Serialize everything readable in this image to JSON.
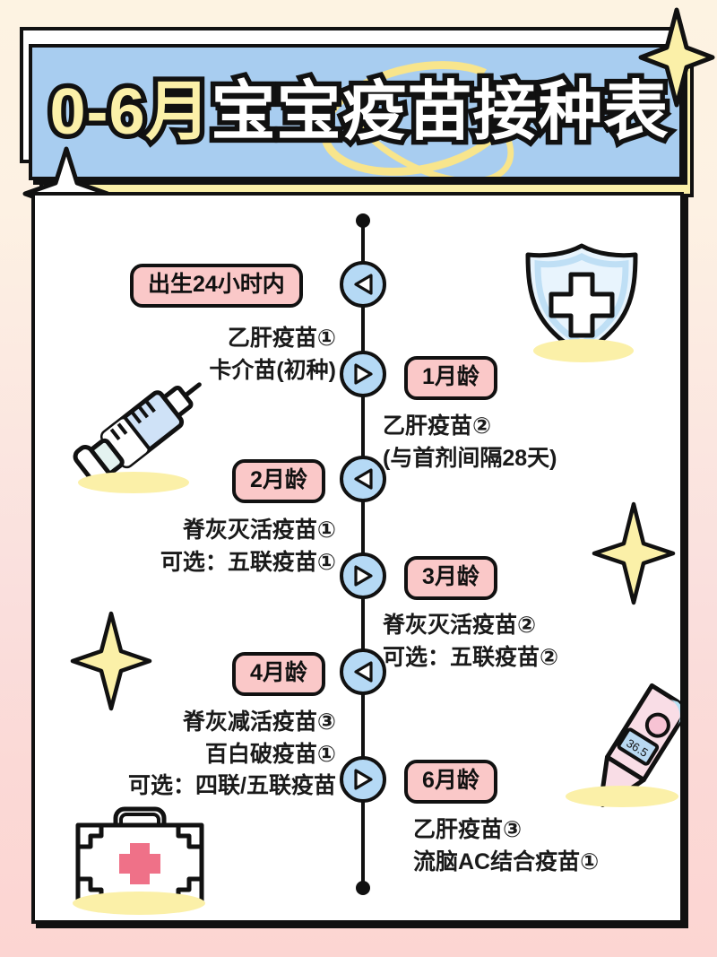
{
  "poster": {
    "title_number": "0-6月",
    "title_main": "宝宝疫苗接种表",
    "bg_top_color": "#fdf3e2",
    "bg_bottom_color": "#fcd5d2",
    "banner_blue": "#a8cdf0",
    "banner_yellow": "#fbf0a8",
    "badge_pink": "#fac8c8",
    "node_blue": "#b5d9f5",
    "outline": "#111111"
  },
  "timeline": {
    "nodes": [
      {
        "id": "node-1",
        "arrow": "left",
        "side": "left"
      },
      {
        "id": "node-2",
        "arrow": "right",
        "side": "right"
      },
      {
        "id": "node-3",
        "arrow": "left",
        "side": "left"
      },
      {
        "id": "node-4",
        "arrow": "right",
        "side": "right"
      },
      {
        "id": "node-5",
        "arrow": "left",
        "side": "left"
      },
      {
        "id": "node-6",
        "arrow": "right",
        "side": "right"
      }
    ],
    "entries": [
      {
        "id": "entry-birth",
        "side": "left",
        "badge": "出生24小时内",
        "vaccines": [
          "乙肝疫苗①",
          "卡介苗(初种)"
        ]
      },
      {
        "id": "entry-1month",
        "side": "right",
        "badge": "1月龄",
        "vaccines": [
          "乙肝疫苗②",
          "(与首剂间隔28天)"
        ]
      },
      {
        "id": "entry-2month",
        "side": "left",
        "badge": "2月龄",
        "vaccines": [
          "脊灰灭活疫苗①",
          "可选：五联疫苗①"
        ]
      },
      {
        "id": "entry-3month",
        "side": "right",
        "badge": "3月龄",
        "vaccines": [
          "脊灰灭活疫苗②",
          "可选：五联疫苗②"
        ]
      },
      {
        "id": "entry-4month",
        "side": "left",
        "badge": "4月龄",
        "vaccines": [
          "脊灰减活疫苗③",
          "百白破疫苗①",
          "可选：四联/五联疫苗"
        ]
      },
      {
        "id": "entry-6month",
        "side": "right",
        "badge": "6月龄",
        "vaccines": [
          "乙肝疫苗③",
          "流脑AC结合疫苗①"
        ]
      }
    ]
  },
  "decorations": {
    "sparkles": [
      {
        "id": "sparkle-top-right",
        "color": "#fbf0a8"
      },
      {
        "id": "sparkle-top-left",
        "color": "#ffffff"
      },
      {
        "id": "sparkle-mid-right",
        "color": "#fbf0a8"
      },
      {
        "id": "sparkle-mid-left",
        "color": "#fbf0a8"
      }
    ],
    "illustrations": [
      {
        "id": "shield-illustration",
        "label": "shield-with-cross"
      },
      {
        "id": "syringe-illustration",
        "label": "syringe"
      },
      {
        "id": "thermometer-illustration",
        "label": "digital-thermometer"
      },
      {
        "id": "medkit-illustration",
        "label": "first-aid-kit"
      }
    ]
  }
}
